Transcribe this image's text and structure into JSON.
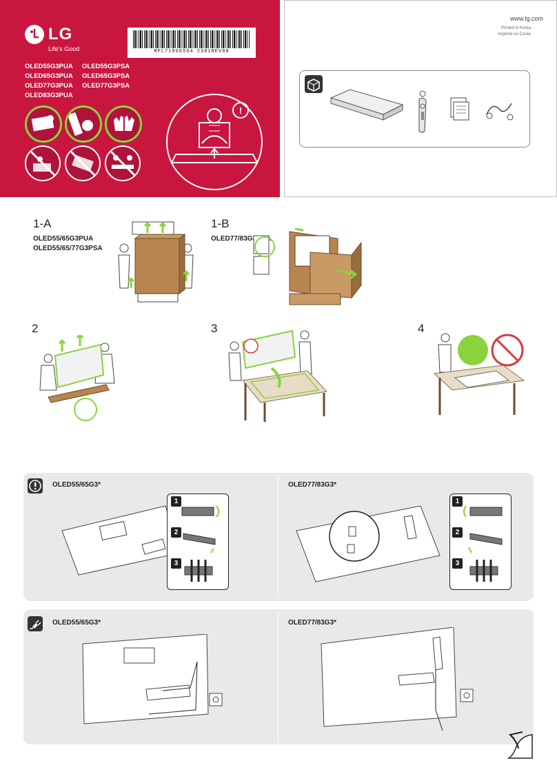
{
  "header": {
    "brand": "LG",
    "slogan": "Life's Good",
    "barcode": "MFL71966554 2301REV00",
    "models_col1": [
      "OLED55G3PUA",
      "OLED65G3PUA",
      "OLED77G3PUA",
      "OLED83G3PUA"
    ],
    "models_col2": [
      "OLED55G3PSA",
      "OLED65G3PSA",
      "OLED77G3PSA"
    ],
    "website": "www.lg.com",
    "printed_en": "Printed in Korea",
    "printed_fr": "Imprimé en Corée"
  },
  "steps": {
    "step1a": {
      "label": "1-A",
      "models": [
        "OLED55/65G3PUA",
        "OLED55/65/77G3PSA"
      ]
    },
    "step1b": {
      "label": "1-B",
      "models": [
        "OLED77/83G3PUA"
      ]
    },
    "step2": {
      "label": "2"
    },
    "step3": {
      "label": "3"
    },
    "step4": {
      "label": "4"
    }
  },
  "panels": {
    "caution_left": "OLED55/65G3*",
    "caution_right": "OLED77/83G3*",
    "power_left": "OLED55/65G3*",
    "power_right": "OLED77/83G3*",
    "numbers": [
      "1",
      "2",
      "3"
    ]
  },
  "colors": {
    "lg_red": "#c8163f",
    "accent_green": "#8bd23c",
    "panel_grey": "#e9e9e9",
    "cardboard": "#b8854f"
  }
}
